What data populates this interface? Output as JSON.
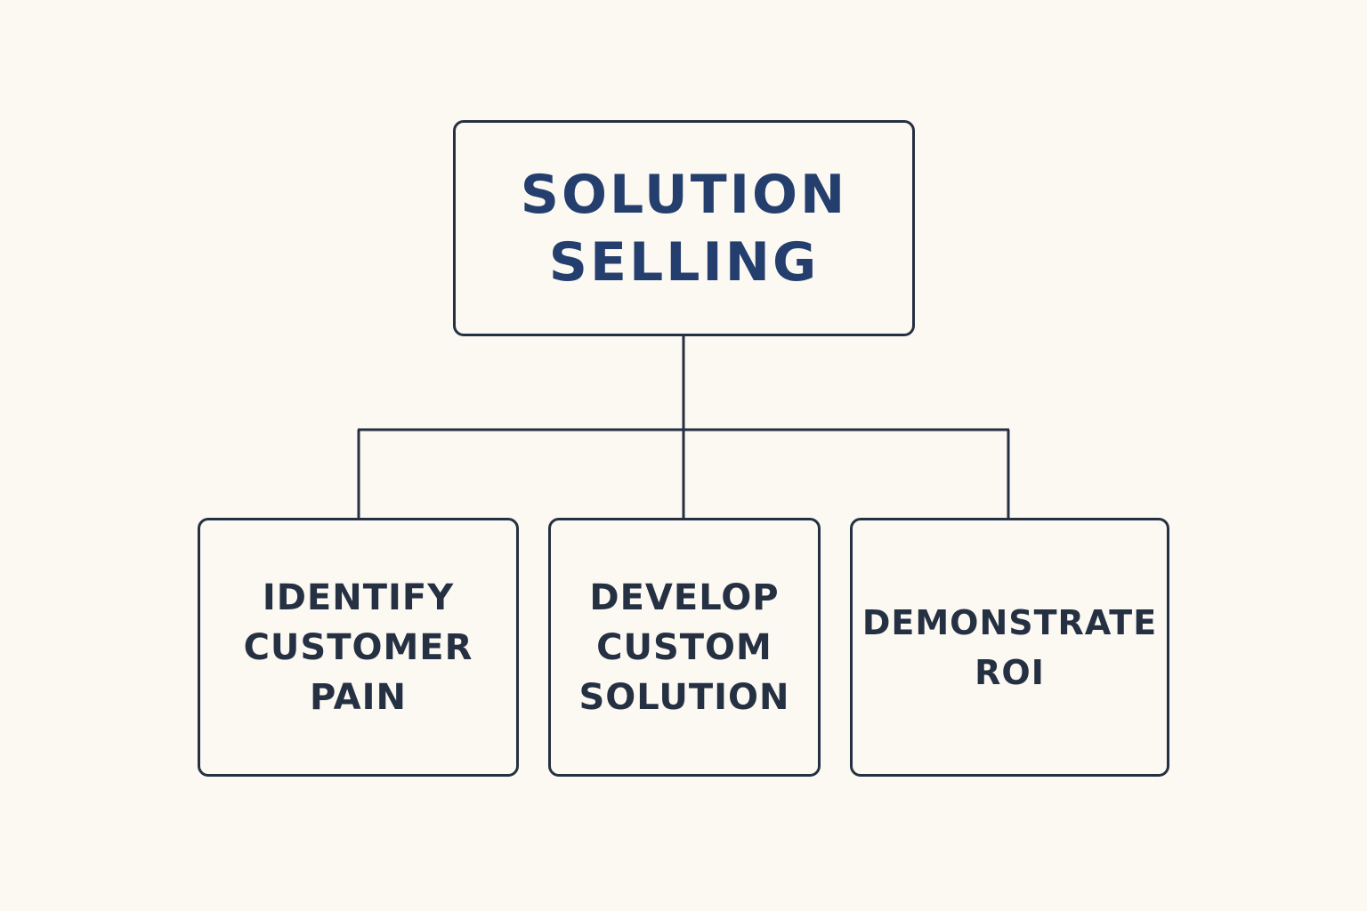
{
  "diagram": {
    "title": "Solution Selling hierarchy",
    "colors": {
      "background": "#fcf8f2",
      "stroke": "#253142",
      "root_text": "#243f6e",
      "child_text": "#253142"
    },
    "root": {
      "lines": [
        "SOLUTION",
        "SELLING"
      ]
    },
    "children": [
      {
        "lines": [
          "IDENTIFY",
          "CUSTOMER",
          "PAIN"
        ]
      },
      {
        "lines": [
          "DEVELOP",
          "CUSTOM",
          "SOLUTION"
        ]
      },
      {
        "lines": [
          "DEMONSTRATE",
          "ROI"
        ]
      }
    ]
  }
}
